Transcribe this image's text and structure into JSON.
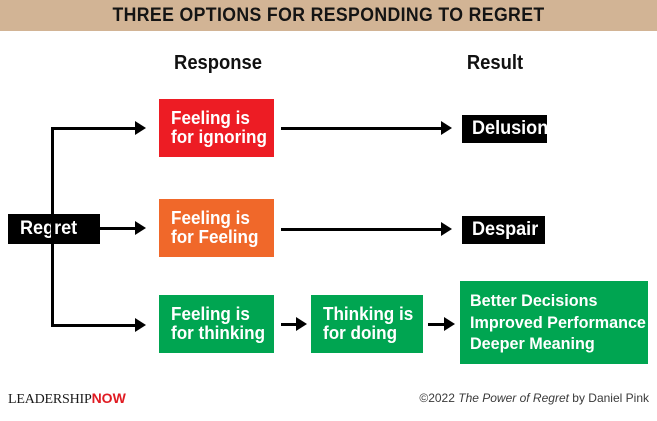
{
  "header": {
    "title": "THREE OPTIONS FOR RESPONDING TO REGRET",
    "background_color": "#d2b495"
  },
  "columns": {
    "response_label": "Response",
    "result_label": "Result"
  },
  "diagram": {
    "source": {
      "label": "Regret",
      "color": "#000000"
    },
    "rows": [
      {
        "response_line1": "Feeling is",
        "response_line2": "for ignoring",
        "response_color": "#ed1c24",
        "result": "Delusion",
        "result_color": "#000000"
      },
      {
        "response_line1": "Feeling is",
        "response_line2": "for Feeling",
        "response_color": "#f0682a",
        "result": "Despair",
        "result_color": "#000000"
      },
      {
        "response_line1": "Feeling is",
        "response_line2": "for thinking",
        "response_color": "#00a551",
        "middle_line1": "Thinking is",
        "middle_line2": "for doing",
        "middle_color": "#00a551",
        "result_line1": "Better Decisions",
        "result_line2": "Improved Performance",
        "result_line3": "Deeper Meaning",
        "result_color": "#00a551"
      }
    ]
  },
  "footer": {
    "logo_primary": "LEADERSHIP",
    "logo_accent": "NOW",
    "logo_accent_color": "#e01b22",
    "credit_prefix": "©2022 ",
    "credit_title": "The Power of Regret",
    "credit_suffix": " by Daniel Pink"
  }
}
